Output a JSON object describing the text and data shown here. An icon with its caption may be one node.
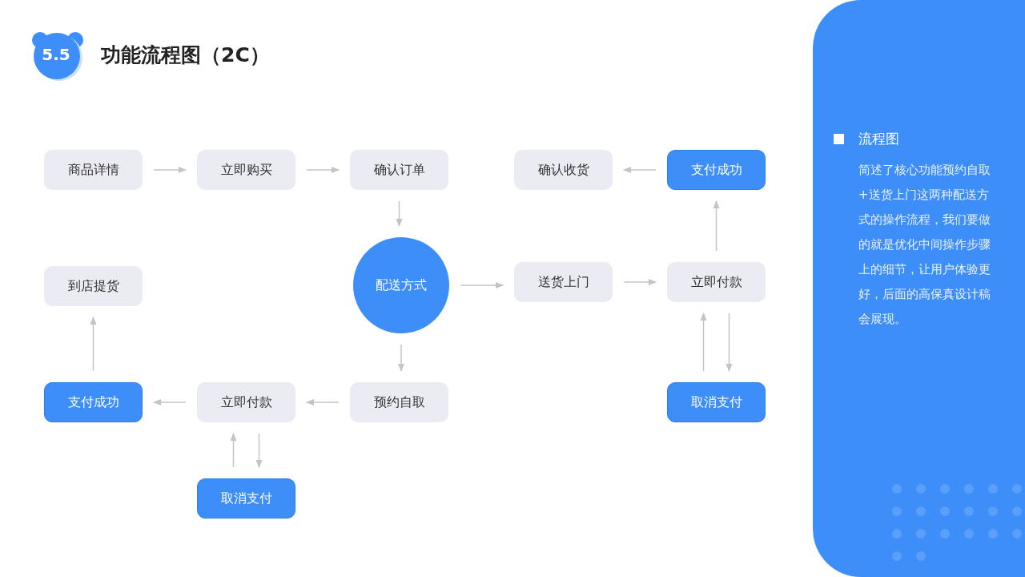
{
  "diagram": {
    "title": "功能流程图（2C）",
    "nodes": [
      {
        "text": [
          "商品详情"
        ]
      },
      {
        "text": [
          "立即购买"
        ]
      },
      {
        "text": [
          "确认订单"
        ]
      },
      {
        "text": [
          "确认收货"
        ]
      },
      {
        "text": [
          "支付成功"
        ]
      },
      {
        "text": [
          "到店提货"
        ]
      },
      {
        "text": [
          "配送方式"
        ]
      },
      {
        "text": [
          "送货上门"
        ]
      },
      {
        "text": [
          "立即付款"
        ]
      },
      {
        "text": [
          "支付成功"
        ]
      },
      {
        "text": [
          "立即付款"
        ]
      },
      {
        "text": [
          "预约自取"
        ]
      },
      {
        "text": [
          "取消支付"
        ]
      },
      {
        "text": [
          "取消支付"
        ]
      },
      {
        "text": [
          "流程图",
          "简述了核心功能预约自取+送货上门这两种配送方式的操作流程，我们要做的就是优化中间操作步骤上的细节，让用户体验更好，后面的高保真设计稿会展现。"
        ]
      }
    ],
    "edges": [
      {
        "from": 0,
        "to": 1,
        "arrow": "to"
      },
      {
        "from": 1,
        "to": 2,
        "arrow": "to"
      },
      {
        "from": 2,
        "to": 6,
        "arrow": "to"
      },
      {
        "from": 6,
        "to": 7,
        "arrow": "to"
      },
      {
        "from": 7,
        "to": 8,
        "arrow": "to"
      },
      {
        "from": 8,
        "to": 4,
        "arrow": "to"
      },
      {
        "from": 4,
        "to": 3,
        "arrow": "to"
      },
      {
        "from": 6,
        "to": 11,
        "arrow": "to"
      },
      {
        "from": 11,
        "to": 10,
        "arrow": "to"
      },
      {
        "from": 10,
        "to": 9,
        "arrow": "to"
      },
      {
        "from": 9,
        "to": 5,
        "arrow": "to"
      },
      {
        "from": 8,
        "to": 12,
        "arrow": "to"
      },
      {
        "from": 12,
        "to": 8,
        "arrow": "to"
      },
      {
        "from": 10,
        "to": 13,
        "arrow": "to"
      },
      {
        "from": 13,
        "to": 10,
        "arrow": "to"
      }
    ],
    "labels": [
      "5.5"
    ]
  }
}
